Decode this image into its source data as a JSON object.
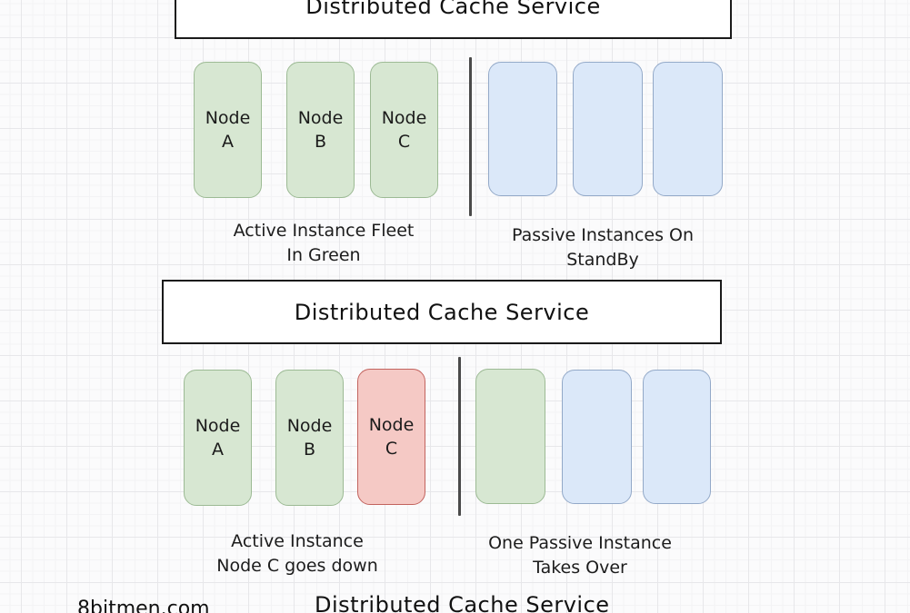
{
  "diagram": {
    "watermark": "8bitmen.com",
    "colors": {
      "active_fill": "#d7e7d2",
      "active_border": "#9cba94",
      "passive_fill": "#dbe8f9",
      "passive_border": "#93a9c8",
      "down_fill": "#f5c9c5",
      "down_border": "#c2635e",
      "title_box_border": "#1a1a1a",
      "divider": "#4a4a4a"
    },
    "sections": [
      {
        "title": "Distributed Cache Service",
        "active_group": {
          "nodes": [
            {
              "line1": "Node",
              "line2": "A",
              "state": "active"
            },
            {
              "line1": "Node",
              "line2": "B",
              "state": "active"
            },
            {
              "line1": "Node",
              "line2": "C",
              "state": "active"
            }
          ],
          "caption_line1": "Active Instance Fleet",
          "caption_line2": "In Green"
        },
        "passive_group": {
          "nodes": [
            {
              "state": "passive"
            },
            {
              "state": "passive"
            },
            {
              "state": "passive"
            }
          ],
          "caption_line1": "Passive Instances On",
          "caption_line2": "StandBy"
        }
      },
      {
        "title": "Distributed Cache Service",
        "active_group": {
          "nodes": [
            {
              "line1": "Node",
              "line2": "A",
              "state": "active"
            },
            {
              "line1": "Node",
              "line2": "B",
              "state": "active"
            },
            {
              "line1": "Node",
              "line2": "C",
              "state": "down"
            }
          ],
          "caption_line1": "Active Instance",
          "caption_line2": "Node C goes down"
        },
        "passive_group": {
          "nodes": [
            {
              "state": "takeover"
            },
            {
              "state": "passive"
            },
            {
              "state": "passive"
            }
          ],
          "caption_line1": "One Passive Instance",
          "caption_line2": "Takes Over"
        }
      },
      {
        "title": "Distributed Cache Service"
      }
    ]
  }
}
